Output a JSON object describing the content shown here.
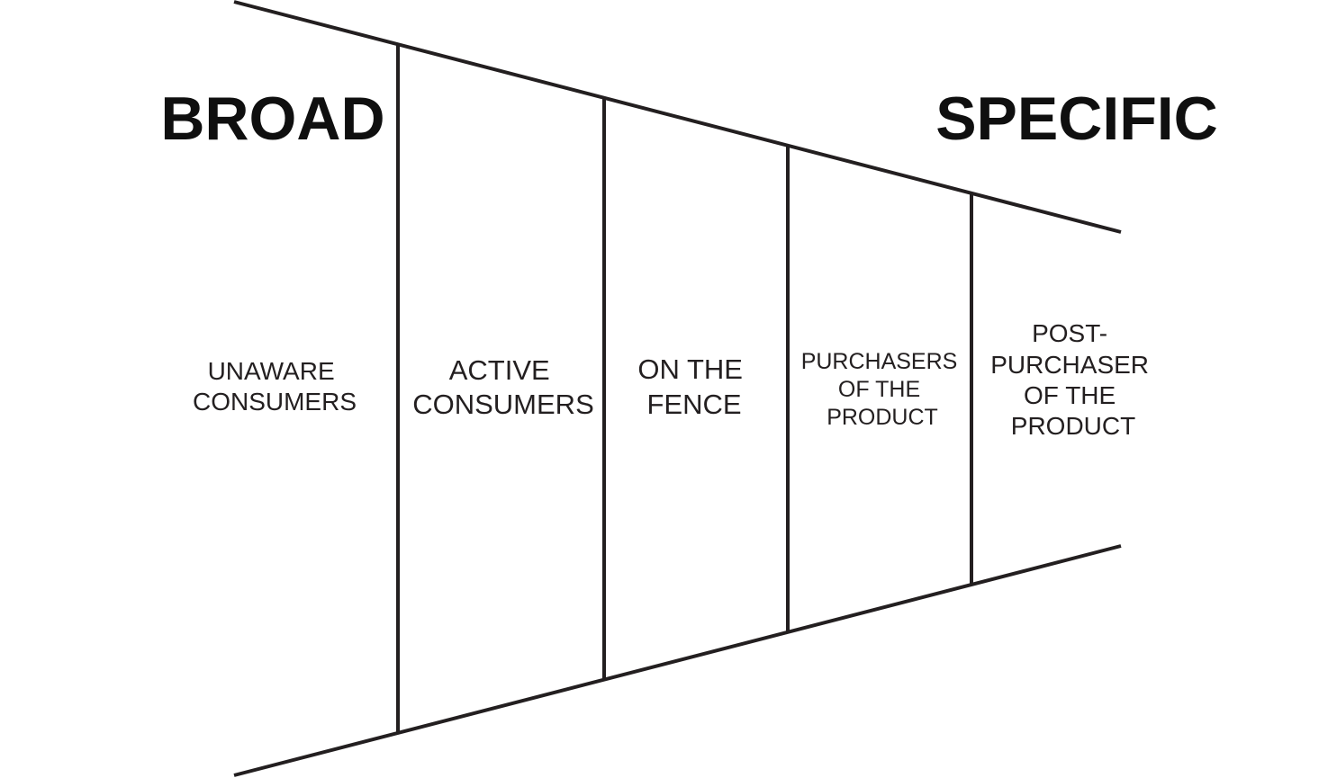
{
  "labels": {
    "broad": "BROAD",
    "specific": "SPECIFIC"
  },
  "stages": [
    {
      "lines": [
        "UNAWARE",
        "CONSUMERS"
      ]
    },
    {
      "lines": [
        "ACTIVE",
        "CONSUMERS"
      ]
    },
    {
      "lines": [
        "ON THE",
        "FENCE"
      ]
    },
    {
      "lines": [
        "PURCHASERS",
        "OF THE",
        "PRODUCT"
      ]
    },
    {
      "lines": [
        "POST-",
        "PURCHASER",
        "OF THE",
        "PRODUCT"
      ]
    }
  ],
  "colors": {
    "line": "#231f20",
    "text": "#231f20",
    "background": "#ffffff"
  }
}
